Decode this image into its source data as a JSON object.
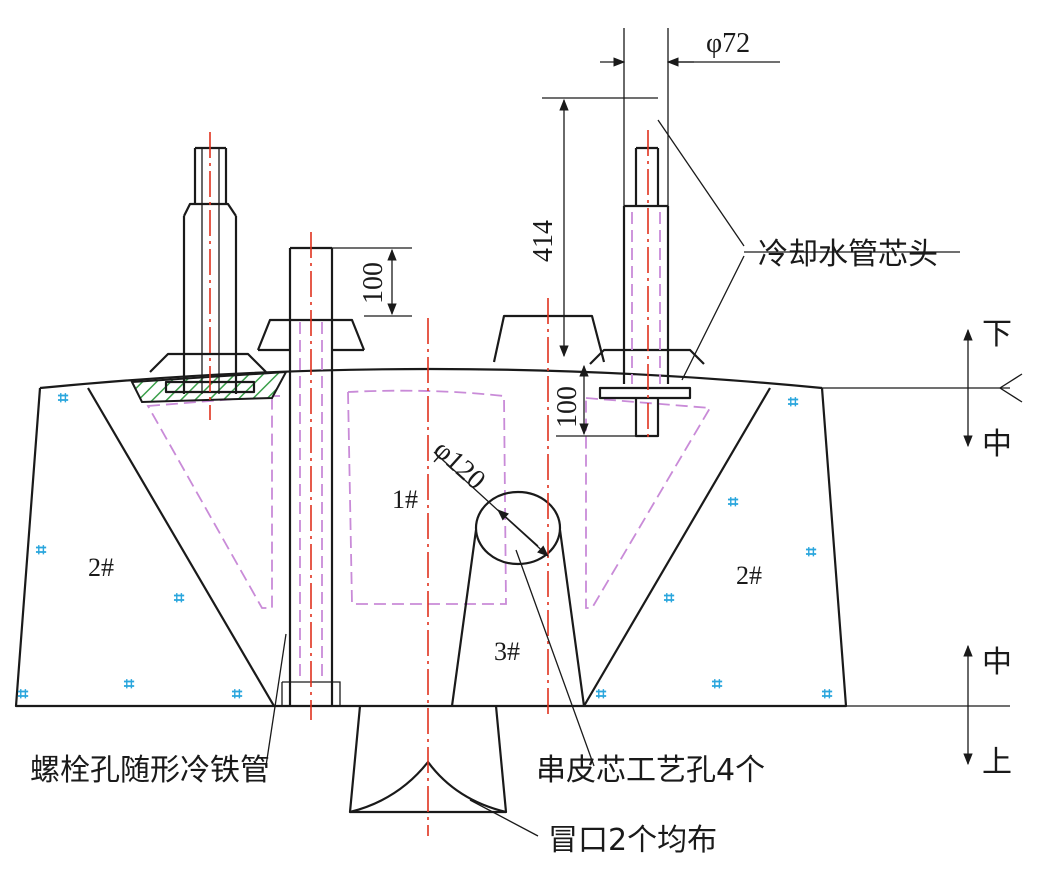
{
  "labels": {
    "cooling_core": "冷却水管芯头",
    "bolt_pipe": "螺栓孔随形冷铁管",
    "core_holes": "串皮芯工艺孔4个",
    "riser": "冒口2个均布",
    "zone_1": "1#",
    "zone_2_left": "2#",
    "zone_2_right": "2#",
    "zone_3": "3#",
    "dir_down": "下",
    "dir_mid_top": "中",
    "dir_mid_bottom": "中",
    "dir_up": "上"
  },
  "dimensions": {
    "d72": "φ72",
    "d120": "φ120",
    "h414": "414",
    "h100_left": "100",
    "h100_right": "100"
  },
  "colors": {
    "outline": "#1a1a1a",
    "centerline": "#e0321e",
    "core_dashed": "#c98bd8",
    "sand_mark": "#2aa6dd",
    "hatch": "#3aa04a"
  },
  "sand_mark_symbol": "⌗"
}
